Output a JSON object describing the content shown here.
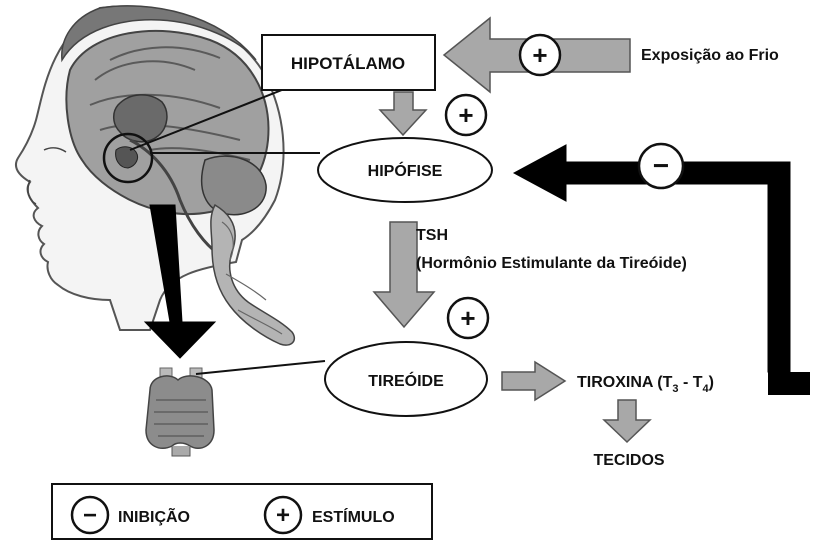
{
  "nodes": {
    "hypothalamus": "HIPOTÁLAMO",
    "pituitary": "HIPÓFISE",
    "thyroid": "TIREÓIDE",
    "thyroxine": "TIROXINA (T",
    "thyroxine_sub1": "3",
    "thyroxine_mid": " - T",
    "thyroxine_sub2": "4",
    "thyroxine_end": ")",
    "tissues": "TECIDOS"
  },
  "stimulus": {
    "cold": "Exposição ao Frio",
    "tsh_line1": "TSH",
    "tsh_line2": "(Hormônio Estimulante da Tireóide)"
  },
  "signs": {
    "plus": "+",
    "minus": "−"
  },
  "legend": {
    "inhibition_symbol": "−",
    "inhibition_label": "INIBIÇÃO",
    "stimulus_symbol": "+",
    "stimulus_label": "ESTÍMULO"
  },
  "colors": {
    "arrow_gray": "#a8a8a8",
    "arrow_outline": "#555555",
    "feedback_black": "#000000",
    "brain_gray": "#9a9a9a"
  }
}
